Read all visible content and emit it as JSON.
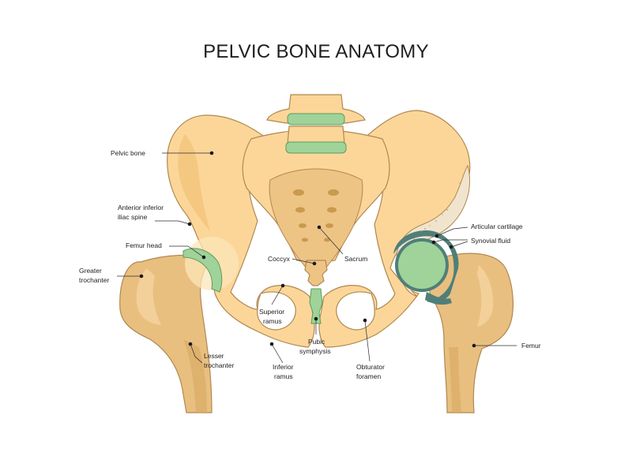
{
  "title": "PELVIC BONE ANATOMY",
  "colors": {
    "bone_light": "#fcd699",
    "bone_dark": "#e8b86a",
    "femur": "#e9bf80",
    "sacrum": "#eec485",
    "cartilage_green": "#9fd39a",
    "synovial_teal": "#4f7f78",
    "spongy_bone": "#f1e4cf",
    "outline": "#b08850"
  },
  "labels": {
    "pelvic_bone": "Pelvic bone",
    "anterior_inferior_iliac_spine_1": "Anterior inferior",
    "anterior_inferior_iliac_spine_2": "iliac spine",
    "femur_head": "Femur head",
    "greater_trochanter_1": "Greater",
    "greater_trochanter_2": "trochanter",
    "lesser_trochanter_1": "Lesser",
    "lesser_trochanter_2": "trochanter",
    "coccyx": "Coccyx",
    "superior_ramus_1": "Superior",
    "superior_ramus_2": "ramus",
    "inferior_ramus_1": "Inferior",
    "inferior_ramus_2": "ramus",
    "pubic_symphysis_1": "Pubic",
    "pubic_symphysis_2": "symphysis",
    "sacrum": "Sacrum",
    "obturator_foramen_1": "Obturator",
    "obturator_foramen_2": "foramen",
    "articular_cartilage": "Articular cartilage",
    "synovial_fluid": "Synovial fluid",
    "femur": "Femur"
  }
}
